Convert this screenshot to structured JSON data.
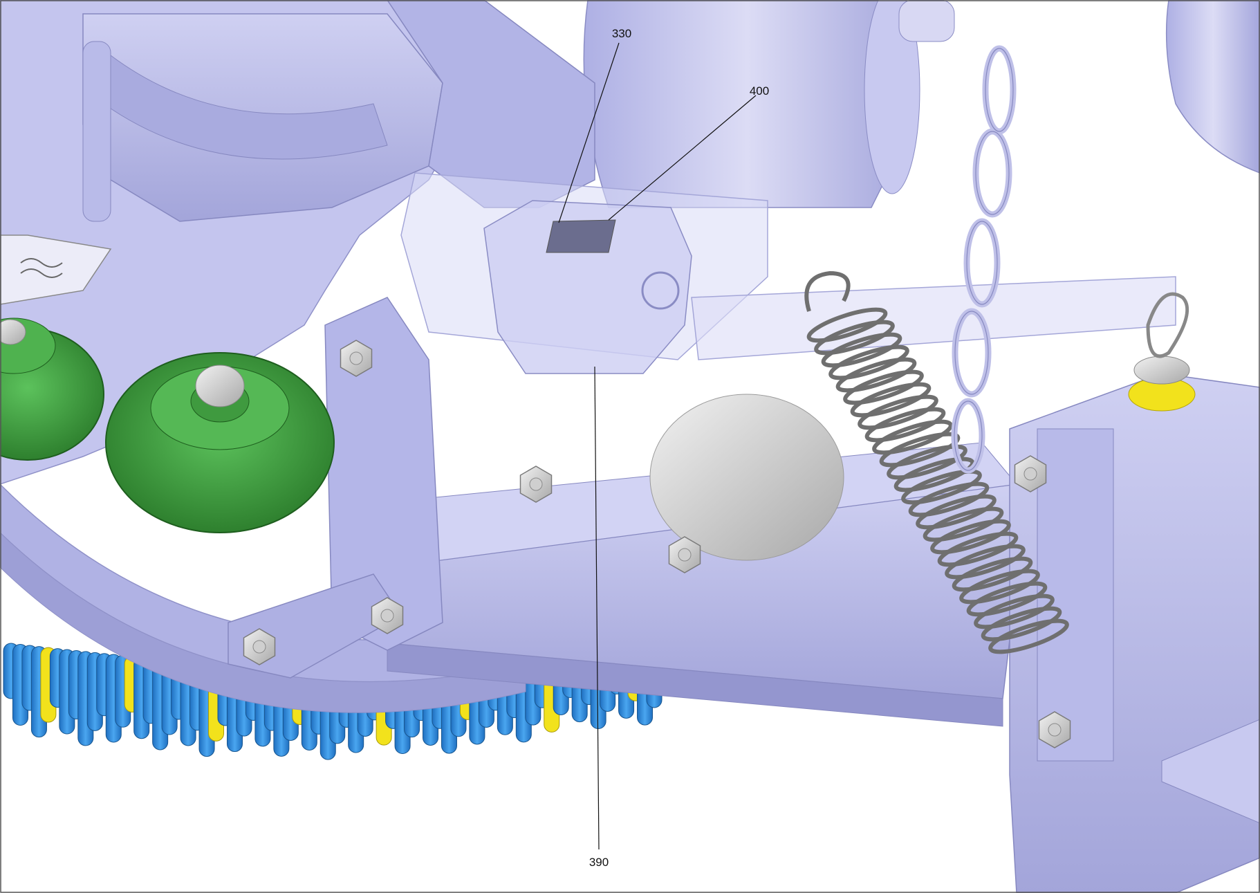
{
  "figure": {
    "callouts": [
      {
        "id": "callout-330",
        "label": "330"
      },
      {
        "id": "callout-400",
        "label": "400"
      },
      {
        "id": "callout-390",
        "label": "390"
      }
    ]
  },
  "colors": {
    "frame": "#b6b8e8",
    "frame_dark": "#9a9cd2",
    "frame_light": "#d4d5f3",
    "wheel_green": "#3c9a3c",
    "bristle_blue": "#3a97e8",
    "bristle_yellow": "#f0e020",
    "spring_gray": "#808080",
    "background": "#ffffff"
  }
}
